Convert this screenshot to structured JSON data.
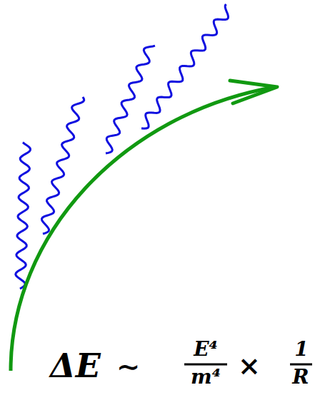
{
  "diagram": {
    "labels": [
      "ΔE",
      "∼",
      "E⁴",
      "m⁴",
      "×",
      "1",
      "R"
    ]
  }
}
